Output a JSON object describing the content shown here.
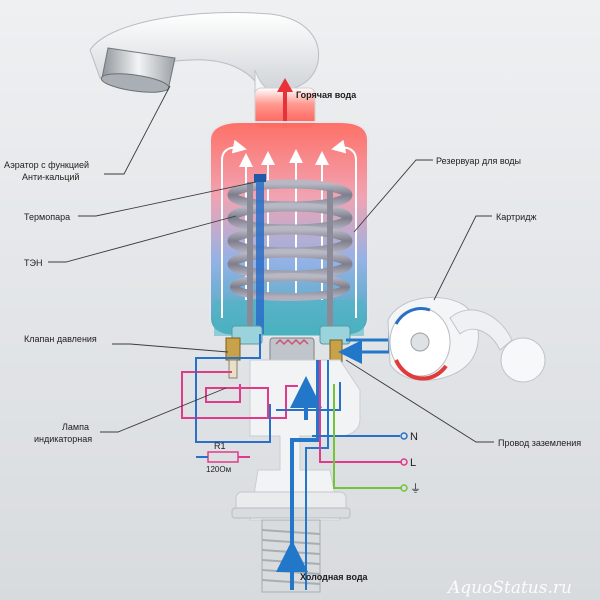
{
  "labels": {
    "hot_water": "Горячая вода",
    "aerator_1": "Аэратор с функцией",
    "aerator_2": "Анти-кальций",
    "reservoir": "Резервуар для воды",
    "thermocouple": "Термопара",
    "cartridge": "Картридж",
    "heater": "ТЭН",
    "pressure_valve": "Клапан давления",
    "lamp_1": "Лампа",
    "lamp_2": "индикаторная",
    "ground_wire": "Провод заземления",
    "cold_water": "Холодная вода"
  },
  "resistor": {
    "name": "R1",
    "value": "120Ом"
  },
  "terminals": {
    "n": "N",
    "l": "L",
    "ground_symbol": "⏚"
  },
  "watermark": "AquoStatus.ru",
  "colors": {
    "hot": "#e8323a",
    "cold": "#2277c8",
    "wire_pink": "#e03a8a",
    "wire_blue": "#2a6fc8",
    "wire_green": "#74c43a",
    "leader": "#3b3b3b"
  }
}
